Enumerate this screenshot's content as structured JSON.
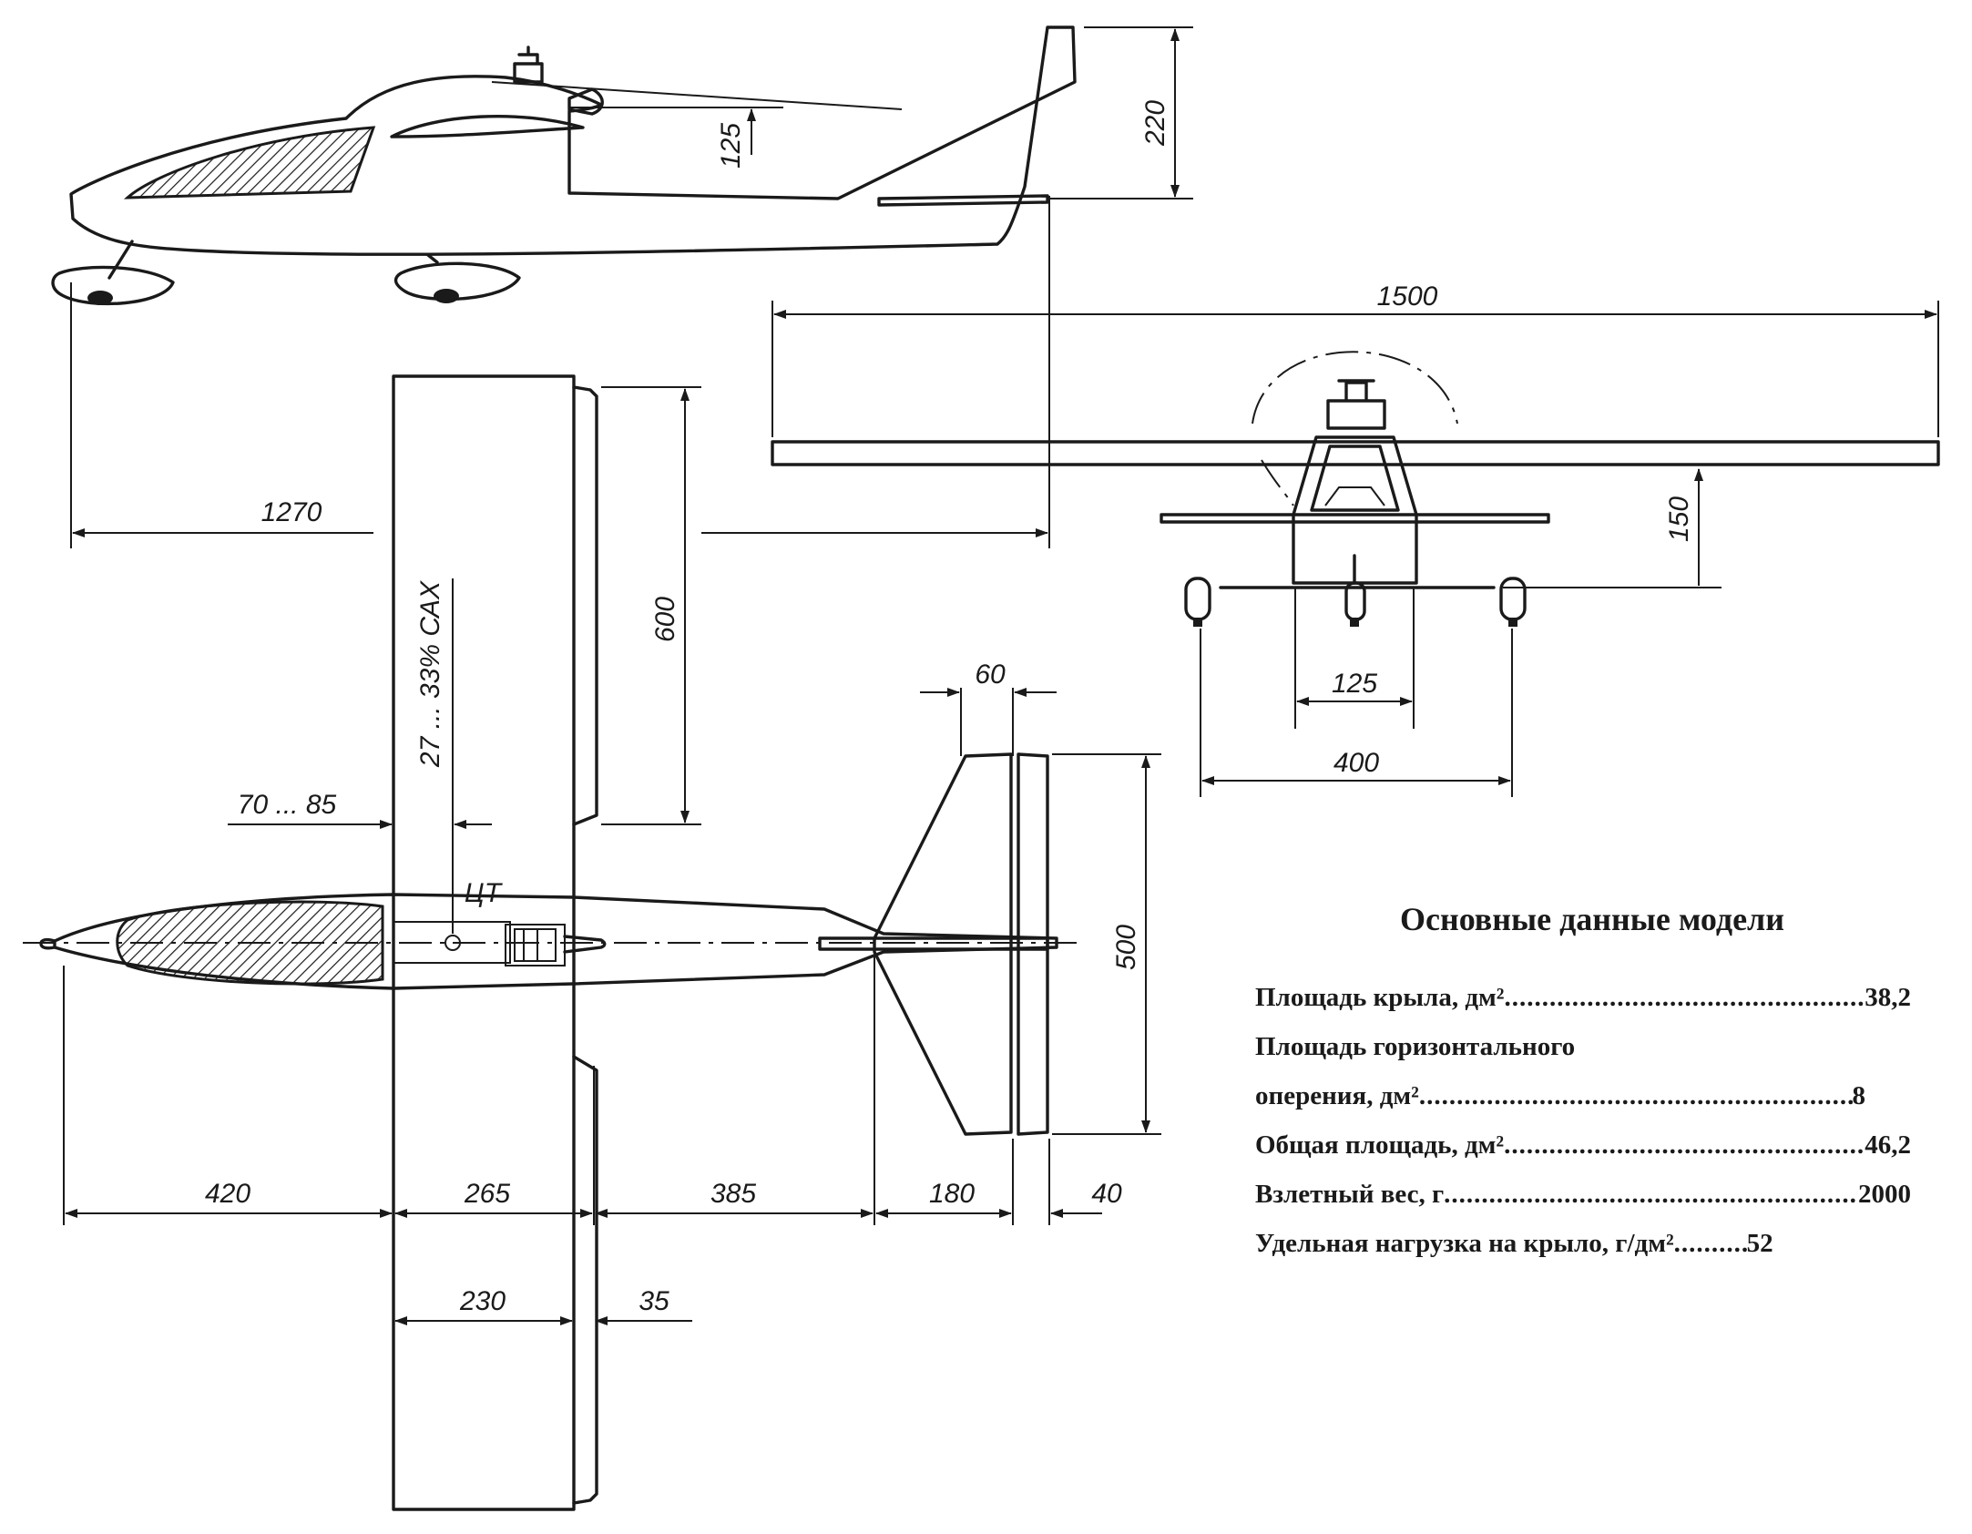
{
  "dimensions": {
    "side_view_height_220": "220",
    "side_view_engine_height_125": "125",
    "overall_length_1270": "1270",
    "wing_span_1500": "1500",
    "wing_half_chord_600": "600",
    "cg_range": "27 ... 33% САХ",
    "cg_label": "ЦТ",
    "cg_offset": "70 ... 85",
    "wing_height_150": "150",
    "gear_track_125": "125",
    "gear_track_400": "400",
    "stab_chord_60": "60",
    "stab_span_500": "500",
    "nose_420": "420",
    "wing_chord_265": "265",
    "tail_arm_385": "385",
    "stab_180": "180",
    "elevator_40": "40",
    "aileron_230": "230",
    "aileron_35": "35"
  },
  "specs": {
    "title": "Основные данные модели",
    "rows": [
      {
        "label": "Площадь крыла, дм²",
        "value": "38,2"
      },
      {
        "label": "Площадь горизонтального",
        "value": ""
      },
      {
        "label": "оперения, дм²",
        "value": "8"
      },
      {
        "label": "Общая площадь, дм²",
        "value": "46,2"
      },
      {
        "label": "Взлетный вес, г",
        "value": "2000"
      },
      {
        "label": "Удельная нагрузка на крыло, г/дм²",
        "value": "52"
      }
    ]
  }
}
